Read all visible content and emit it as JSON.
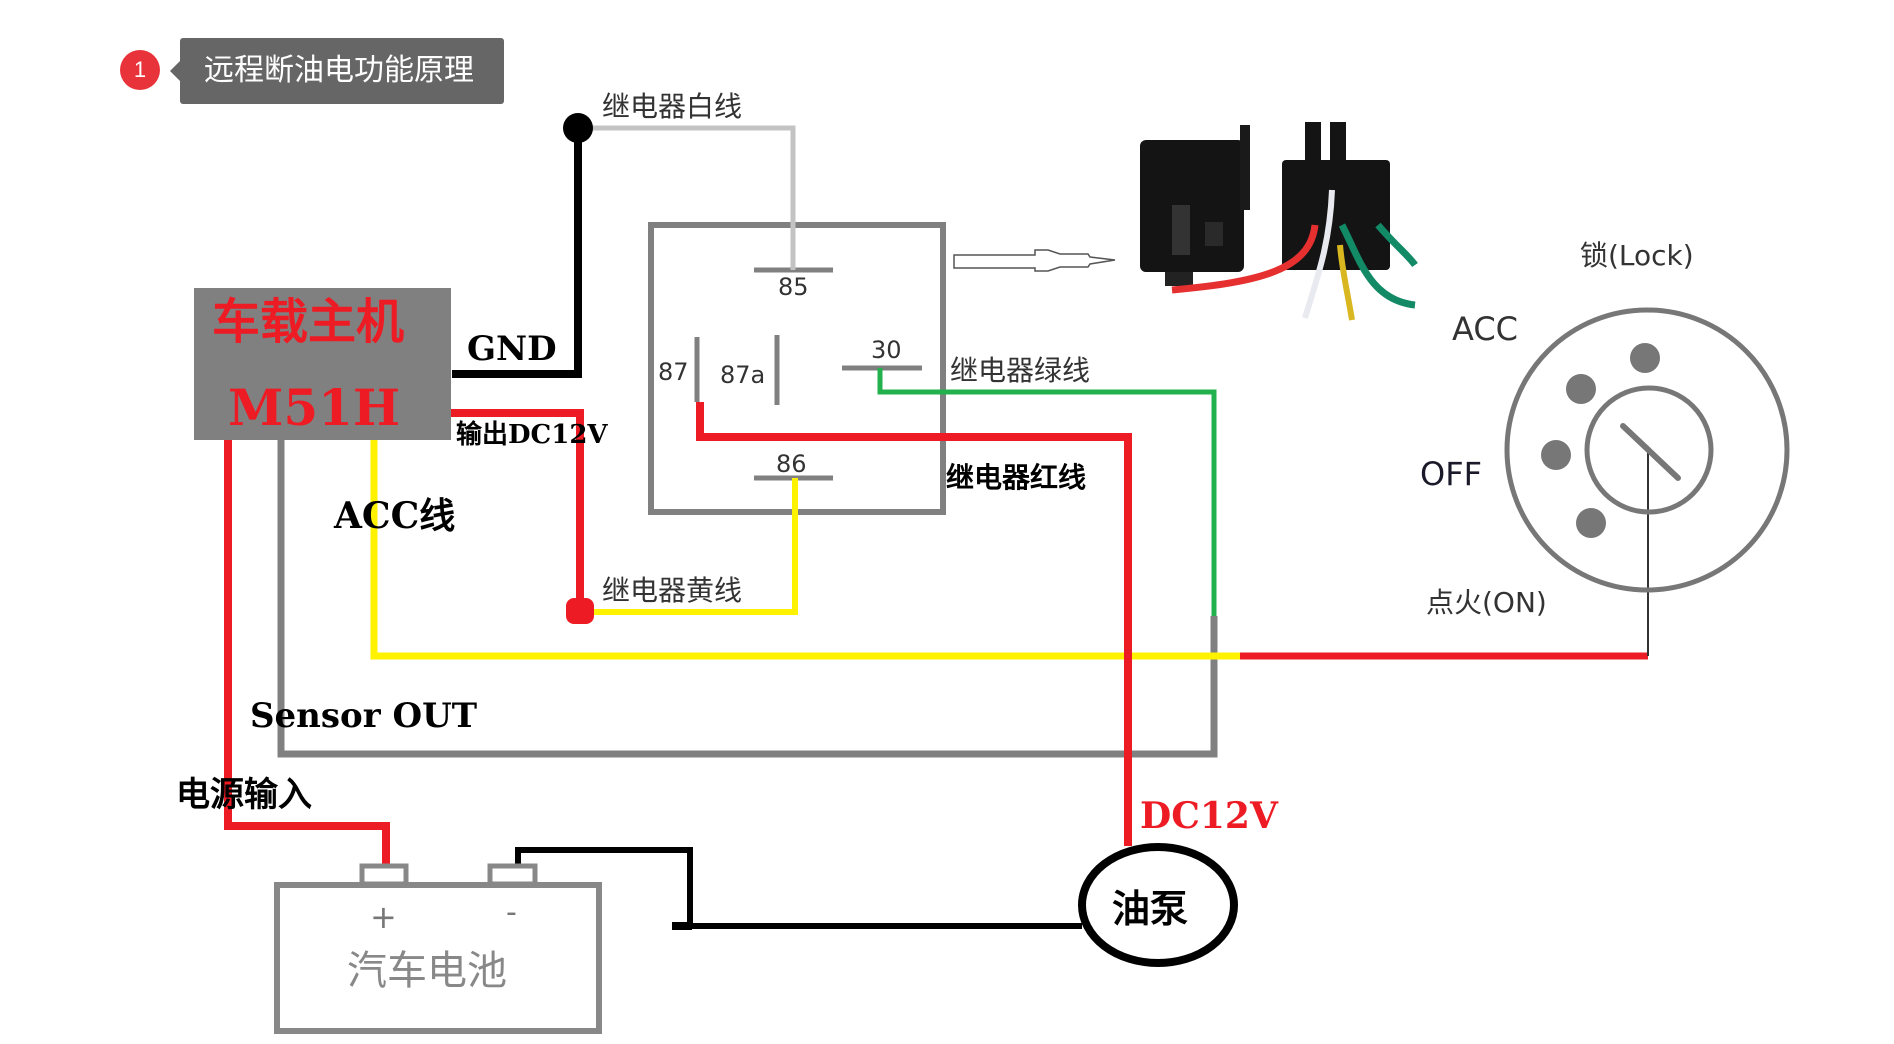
{
  "header": {
    "step_number": "1",
    "title": "远程断油电功能原理"
  },
  "host": {
    "name": "车载主机",
    "model": "M51H"
  },
  "labels": {
    "gnd": "GND",
    "output_dc12v": "输出DC12V",
    "acc_wire": "ACC线",
    "sensor_out": "Sensor OUT",
    "power_input": "电源输入",
    "relay_white": "继电器白线",
    "relay_green": "继电器绿线",
    "relay_red": "继电器红线",
    "relay_yellow": "继电器黄线",
    "pump_dc12v": "DC12V"
  },
  "relay": {
    "pins": {
      "p85": "85",
      "p86": "86",
      "p87": "87",
      "p87a": "87a",
      "p30": "30"
    }
  },
  "battery": {
    "name": "汽车电池",
    "plus": "+",
    "minus": "-"
  },
  "pump": {
    "name": "油泵"
  },
  "ignition": {
    "lock": "锁(Lock)",
    "acc": "ACC",
    "off": "OFF",
    "on": "点火(ON)"
  },
  "colors": {
    "badge_red": "#e8333a",
    "wire_red": "#ee1c24",
    "wire_yellow": "#fff200",
    "wire_green": "#22b14c",
    "wire_black": "#000000",
    "wire_grey": "#808080",
    "wire_white": "#c3c3c3",
    "host_box": "#808080"
  }
}
